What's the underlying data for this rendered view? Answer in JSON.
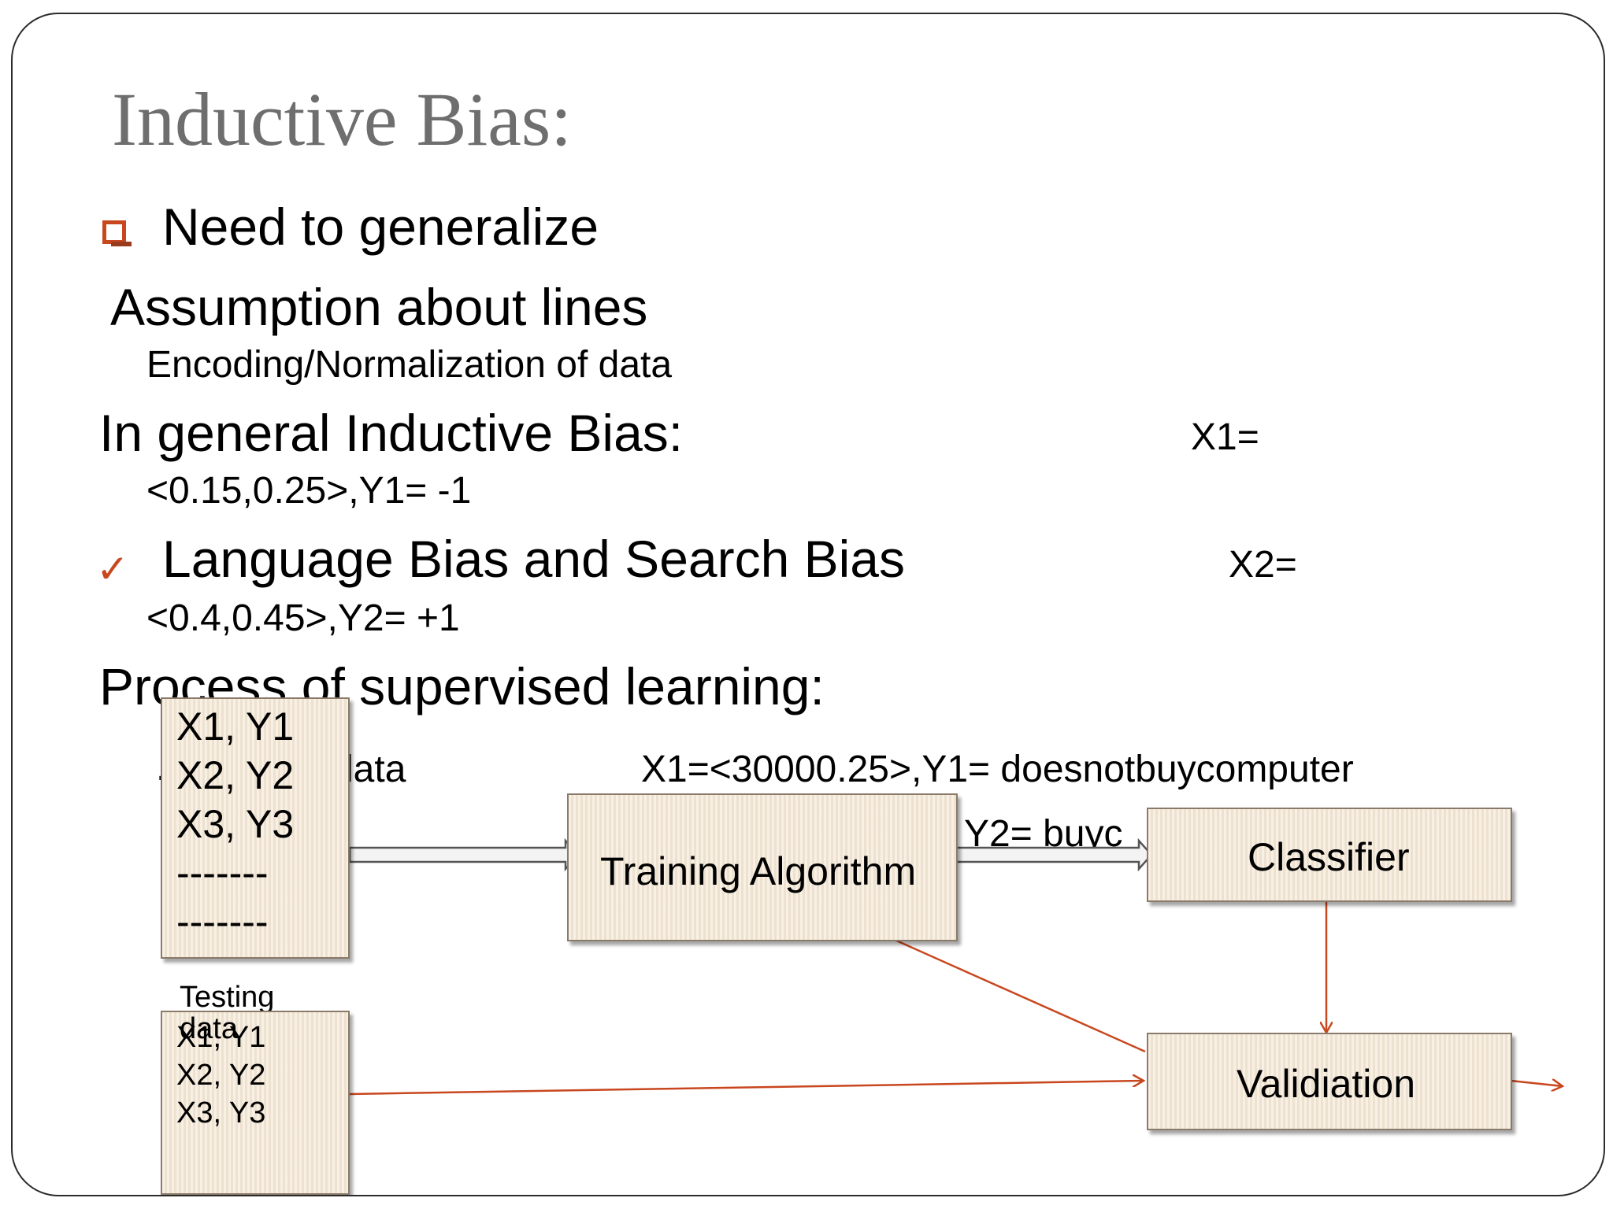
{
  "slide": {
    "title": "Inductive Bias:",
    "bullet1": "Need to generalize",
    "line_assumption": "Assumption about lines",
    "line_encoding": "Encoding/Normalization of data",
    "line_general": "In general Inductive Bias:",
    "x1_label": "X1=",
    "x1_value": "<0.15,0.25>,Y1= -1",
    "bullet2": "Language Bias and Search Bias",
    "x2_label": "X2=",
    "x2_value": "<0.4,0.45>,Y2= +1",
    "process_heading": "Process of supervised learning:",
    "training_data_fragment": "lata",
    "training_data_dot": ".",
    "example_x1": "X1=<30000.25>,Y1= doesnotbuycomputer",
    "example_y2_fragment": "Y2= buyc"
  },
  "diagram": {
    "training_list": [
      "X1, Y1",
      "X2, Y2",
      "X3, Y3",
      "-------",
      "-------"
    ],
    "training_algorithm": "Training Algorithm",
    "classifier": "Classifier",
    "validation": "Validiation",
    "testing_label_1": "Testing",
    "testing_label_2": "data",
    "testing_list": [
      "X1, Y1",
      "X2, Y2",
      "X3, Y3"
    ]
  },
  "colors": {
    "accent": "#c8471f",
    "title": "#6e6e6e",
    "box_fill": "#f5e8d6"
  },
  "icons": {
    "bullet1": "square-bullet-icon",
    "bullet2": "checkmark-icon"
  }
}
